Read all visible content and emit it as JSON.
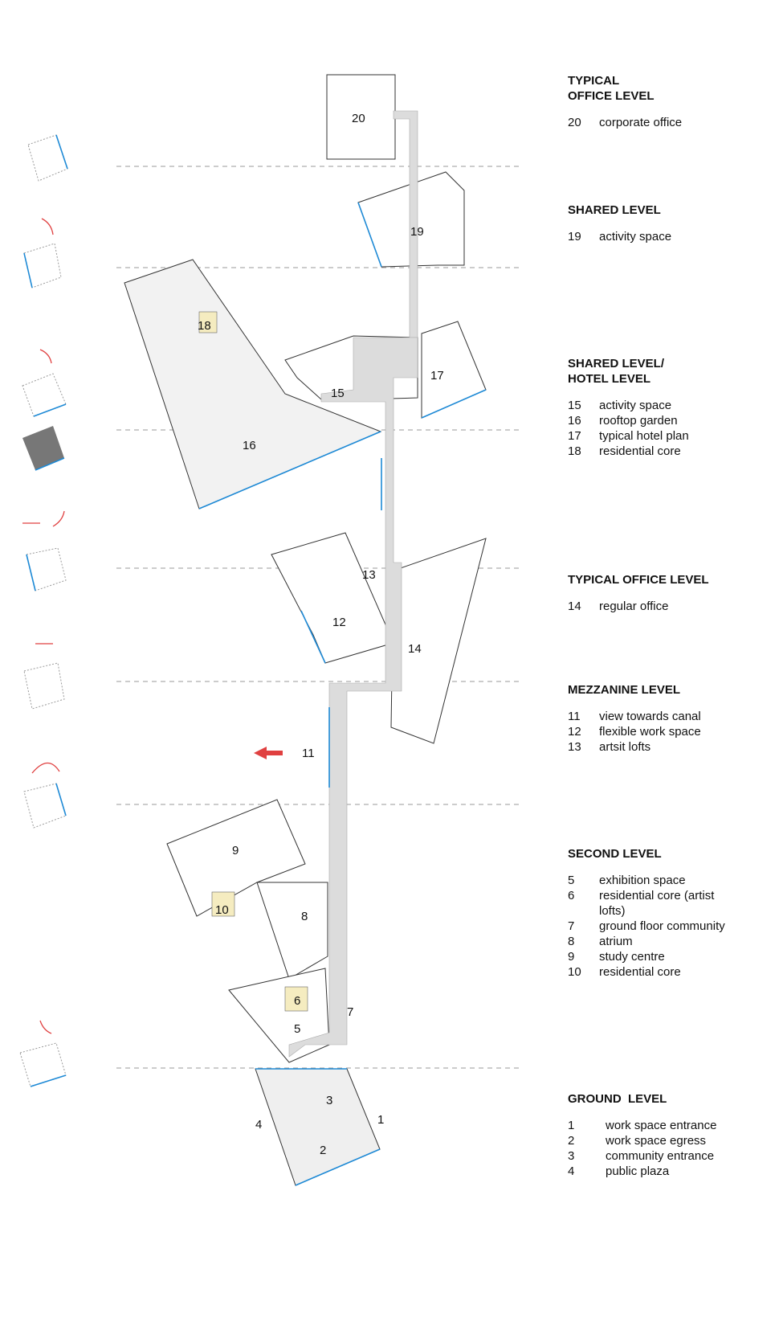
{
  "colors": {
    "accent_blue": "#1e8ad6",
    "arrow_red": "#e04040",
    "circulation_gray": "#dcdcdc",
    "core_yellow": "#f5ecc0"
  },
  "plan_labels": [
    "1",
    "2",
    "3",
    "4",
    "5",
    "6",
    "7",
    "8",
    "9",
    "10",
    "11",
    "12",
    "13",
    "14",
    "15",
    "16",
    "17",
    "18",
    "19",
    "20"
  ],
  "legend": [
    {
      "title": "TYPICAL\nOFFICE LEVEL",
      "items": [
        {
          "n": "20",
          "t": "corporate office"
        }
      ]
    },
    {
      "title": "SHARED LEVEL",
      "items": [
        {
          "n": "19",
          "t": "activity space"
        }
      ]
    },
    {
      "title": "SHARED LEVEL/\nHOTEL LEVEL",
      "items": [
        {
          "n": "15",
          "t": "activity space"
        },
        {
          "n": "16",
          "t": "rooftop garden"
        },
        {
          "n": "17",
          "t": "typical hotel plan"
        },
        {
          "n": "18",
          "t": "residential core"
        }
      ]
    },
    {
      "title": "TYPICAL OFFICE LEVEL",
      "items": [
        {
          "n": "14",
          "t": "regular office"
        }
      ]
    },
    {
      "title": "MEZZANINE LEVEL",
      "items": [
        {
          "n": "11",
          "t": "view towards canal"
        },
        {
          "n": "12",
          "t": "flexible work space"
        },
        {
          "n": "13",
          "t": "artsit lofts"
        }
      ]
    },
    {
      "title": "SECOND LEVEL",
      "items": [
        {
          "n": "5",
          "t": "exhibition space"
        },
        {
          "n": "6",
          "t": "residential core (artist lofts)"
        },
        {
          "n": "7",
          "t": "ground floor community"
        },
        {
          "n": "8",
          "t": "atrium"
        },
        {
          "n": "9",
          "t": "study centre"
        },
        {
          "n": "10",
          "t": "residential core"
        }
      ]
    },
    {
      "title": "GROUND  LEVEL",
      "items": [
        {
          "n": "1",
          "t": "work space entrance"
        },
        {
          "n": "2",
          "t": "work space egress"
        },
        {
          "n": "3",
          "t": "community entrance"
        },
        {
          "n": "4",
          "t": "public plaza"
        }
      ]
    }
  ]
}
